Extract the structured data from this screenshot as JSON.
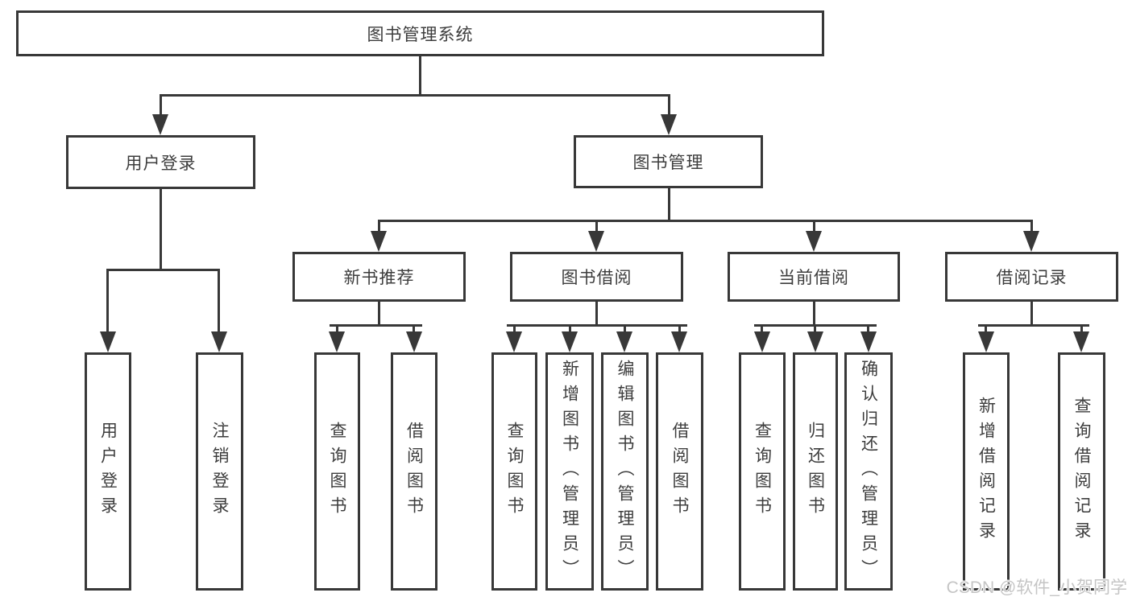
{
  "diagram": {
    "type": "tree",
    "root": {
      "label": "图书管理系统"
    },
    "level2": [
      {
        "label": "用户登录",
        "leaves": [
          "用户登录",
          "注销登录"
        ]
      },
      {
        "label": "图书管理",
        "groups": [
          {
            "label": "新书推荐",
            "leaves": [
              "查询图书",
              "借阅图书"
            ]
          },
          {
            "label": "图书借阅",
            "leaves": [
              "查询图书",
              "新增图书（管理员）",
              "编辑图书（管理员）",
              "借阅图书"
            ]
          },
          {
            "label": "当前借阅",
            "leaves": [
              "查询图书",
              "归还图书",
              "确认归还（管理员）"
            ]
          },
          {
            "label": "借阅记录",
            "leaves": [
              "新增借阅记录",
              "查询借阅记录"
            ]
          }
        ]
      }
    ],
    "colors": {
      "line": "#383838",
      "box_border": "#383838",
      "box_fill": "#ffffff",
      "text": "#3d3d3d"
    }
  },
  "watermark": {
    "text": "CSDN @软件_小贺同学",
    "color": "#c5c5c5"
  }
}
